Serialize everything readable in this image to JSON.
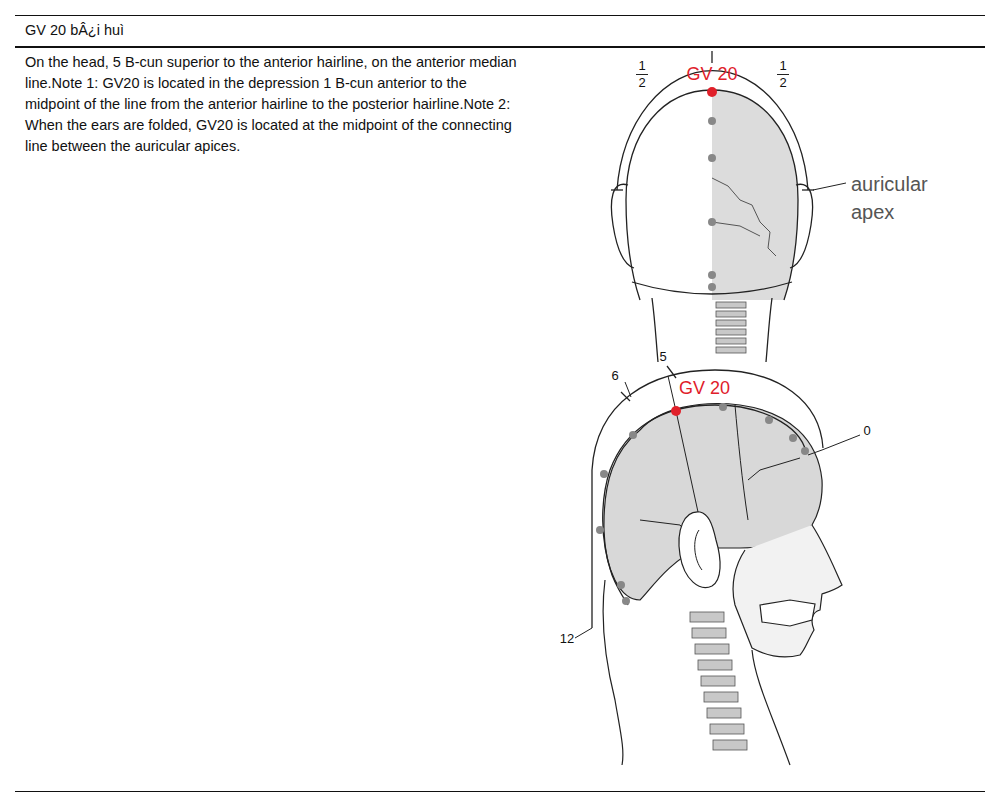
{
  "diagram": {
    "title": "GV 20 bÂ¿i huì",
    "labels": [
      "On the head, 5 B-cun superior to the anterior hairline, on the anterior median line.Note 1: GV20 is located in the depression 1 B-cun anterior to the midpoint of the line from the anterior hairline to the posterior hairline.Note 2: When the ears are folded, GV20 is located at the midpoint of the connecting line between the auricular apices.",
      "1",
      "2",
      "GV 20",
      "1",
      "2",
      "auricular apex",
      "5",
      "6",
      "GV 20",
      "0",
      "12"
    ]
  }
}
